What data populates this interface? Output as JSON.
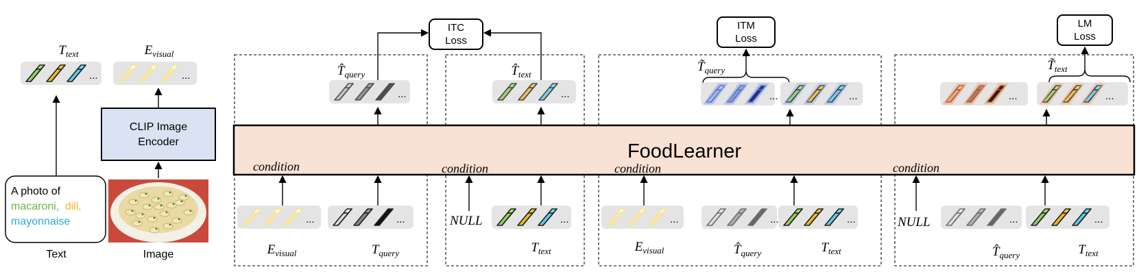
{
  "input": {
    "caption_line1": "A photo of",
    "caption_word_1": "macaroni,",
    "caption_word_2": "dill,",
    "caption_word_3": "mayonnaise",
    "text_label": "Text",
    "image_label": "Image",
    "encoder_line1": "CLIP Image",
    "encoder_line2": "Encoder",
    "t_text_label": "T_text",
    "e_visual_label": "E_visual"
  },
  "losses": {
    "itc_line1": "ITC",
    "itc_line2": "Loss",
    "itm_line1": "ITM",
    "itm_line2": "Loss",
    "lm_line1": "LM",
    "lm_line2": "Loss"
  },
  "model": {
    "name": "FoodLearner"
  },
  "labels": {
    "condition": "condition",
    "null": "NULL",
    "ellipsis": "...",
    "t_hat_query": "T̂_query",
    "t_hat_text": "T̂_text",
    "t_tilde_query": "T̃_query",
    "t_tilde_text": "T̃_text",
    "t_query": "T_query",
    "t_text": "T_text",
    "e_visual": "E_visual"
  },
  "colors": {
    "green": "#8fd05a",
    "orange": "#f5b829",
    "cyan": "#5ccdec",
    "cream": "#f9e6a6",
    "pink_band": "#f9e1d3",
    "encoder_fill": "#dae3f3",
    "caption_green": "#6bb33b",
    "caption_orange": "#f2b42e",
    "caption_cyan": "#2aa9e0"
  }
}
